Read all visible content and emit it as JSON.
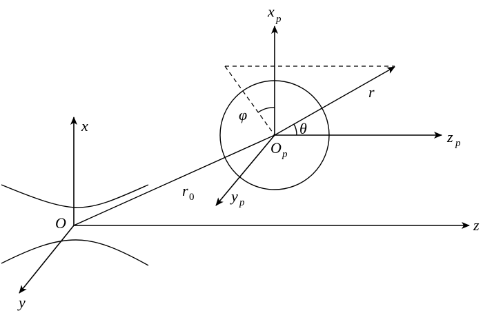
{
  "labels": {
    "origin": "O",
    "axis_x": "x",
    "axis_y": "y",
    "axis_z": "z",
    "particle_origin": "O",
    "particle_origin_sub": "p",
    "axis_xp": "x",
    "axis_xp_sub": "p",
    "axis_yp": "y",
    "axis_yp_sub": "p",
    "axis_zp": "z",
    "axis_zp_sub": "p",
    "r0": "r",
    "r0_sub": "0",
    "r": "r",
    "theta": "θ",
    "phi": "φ"
  }
}
